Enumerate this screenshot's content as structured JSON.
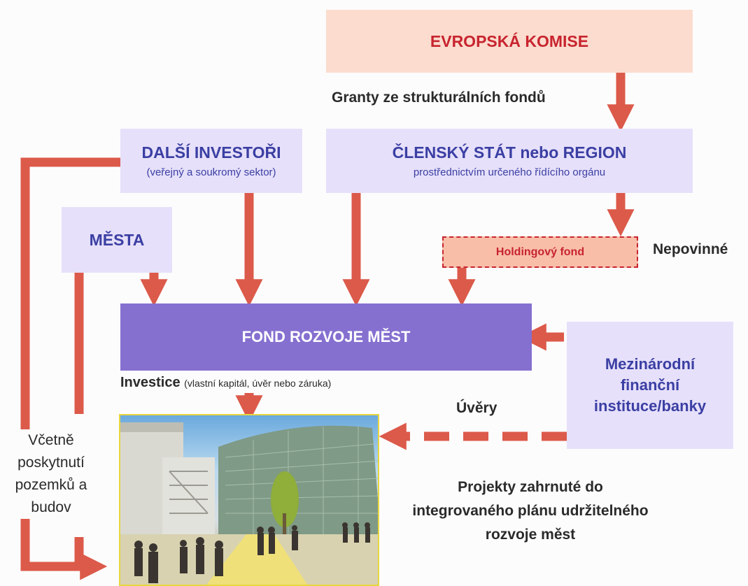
{
  "colors": {
    "arrow": "#dc5a4a",
    "lavender": "#e6e0fa",
    "peach": "#fbdcce",
    "holding_fill": "#f8bea8",
    "fund_fill": "#8570d0",
    "text_red": "#c8242f",
    "text_blue": "#3b3fa3"
  },
  "nodes": {
    "commission": "EVROPSKÁ KOMISE",
    "member_state": {
      "title": "ČLENSKÝ STÁT nebo REGION",
      "subtitle": "prostřednictvím určeného řídícího orgánu"
    },
    "other_investors": {
      "title": "DALŠÍ INVESTOŘI",
      "subtitle": "(veřejný a soukromý sektor)"
    },
    "cities": "MĚSTA",
    "holding_fund": "Holdingový fond",
    "urban_fund": "FOND ROZVOJE MĚST",
    "ifi": "Mezinárodní finanční instituce/banky"
  },
  "labels": {
    "grants": "Granty ze strukturálních fondů",
    "optional": "Nepovinné",
    "investment": "Investice",
    "investment_detail": "(vlastní kapitál, úvěr nebo záruka)",
    "loans": "Úvěry",
    "land": "Včetně poskytnutí pozemků a budov",
    "projects": "Projekty zahrnuté do integrovaného plánu udržitelného rozvoje měst"
  },
  "photo": {
    "description_icon": "building-photo"
  }
}
